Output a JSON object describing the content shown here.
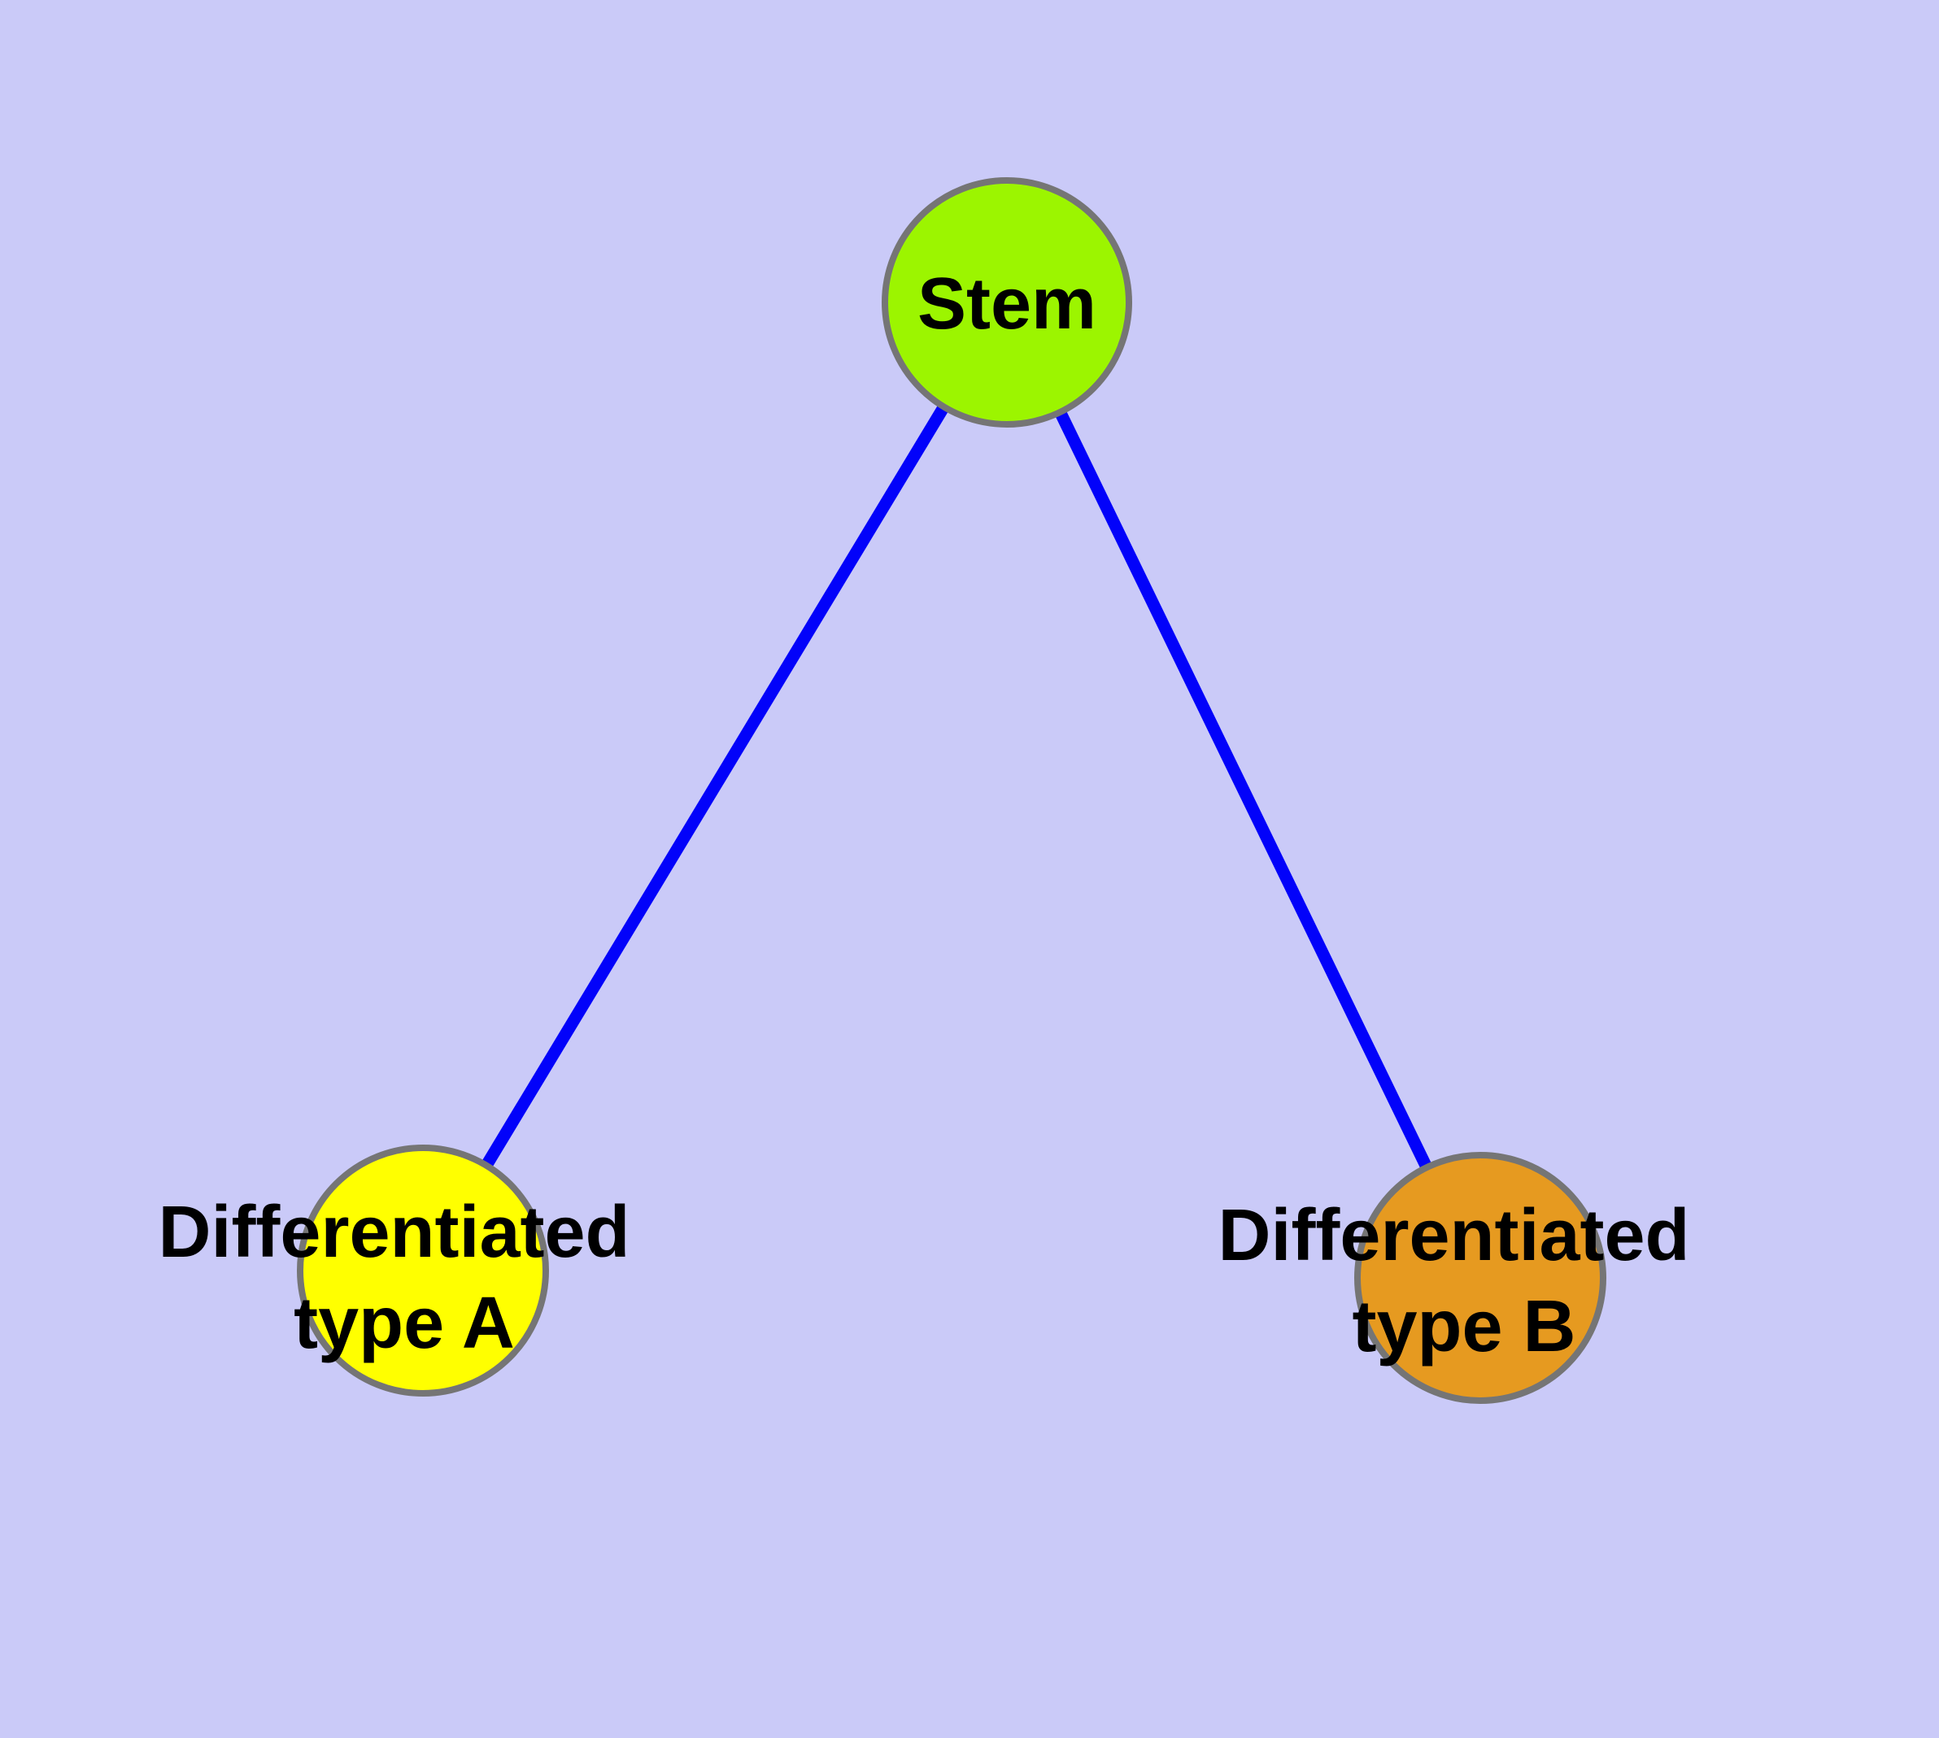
{
  "theme": {
    "background": "#cacaf8",
    "edge": "#0202fa",
    "node_border": "#757575",
    "label": "#000000"
  },
  "graph": {
    "description": "Cell differentiation hierarchy diagram: one stem node connected to two differentiated cell type nodes",
    "nodes": [
      {
        "id": "stem",
        "label": "Stem",
        "label_lines": [
          "Stem"
        ],
        "fill": "#9cf500"
      },
      {
        "id": "differentiated-type-a",
        "label": "Differentiated type A",
        "label_lines": [
          "Differentiated",
          "type A"
        ],
        "fill": "#ffff00"
      },
      {
        "id": "differentiated-type-b",
        "label": "Differentiated type B",
        "label_lines": [
          "Differentiated",
          "type B"
        ],
        "fill": "#e69a20"
      }
    ],
    "edges": [
      {
        "from": "Stem",
        "to": "Differentiated type A"
      },
      {
        "from": "Stem",
        "to": "Differentiated type B"
      }
    ]
  }
}
